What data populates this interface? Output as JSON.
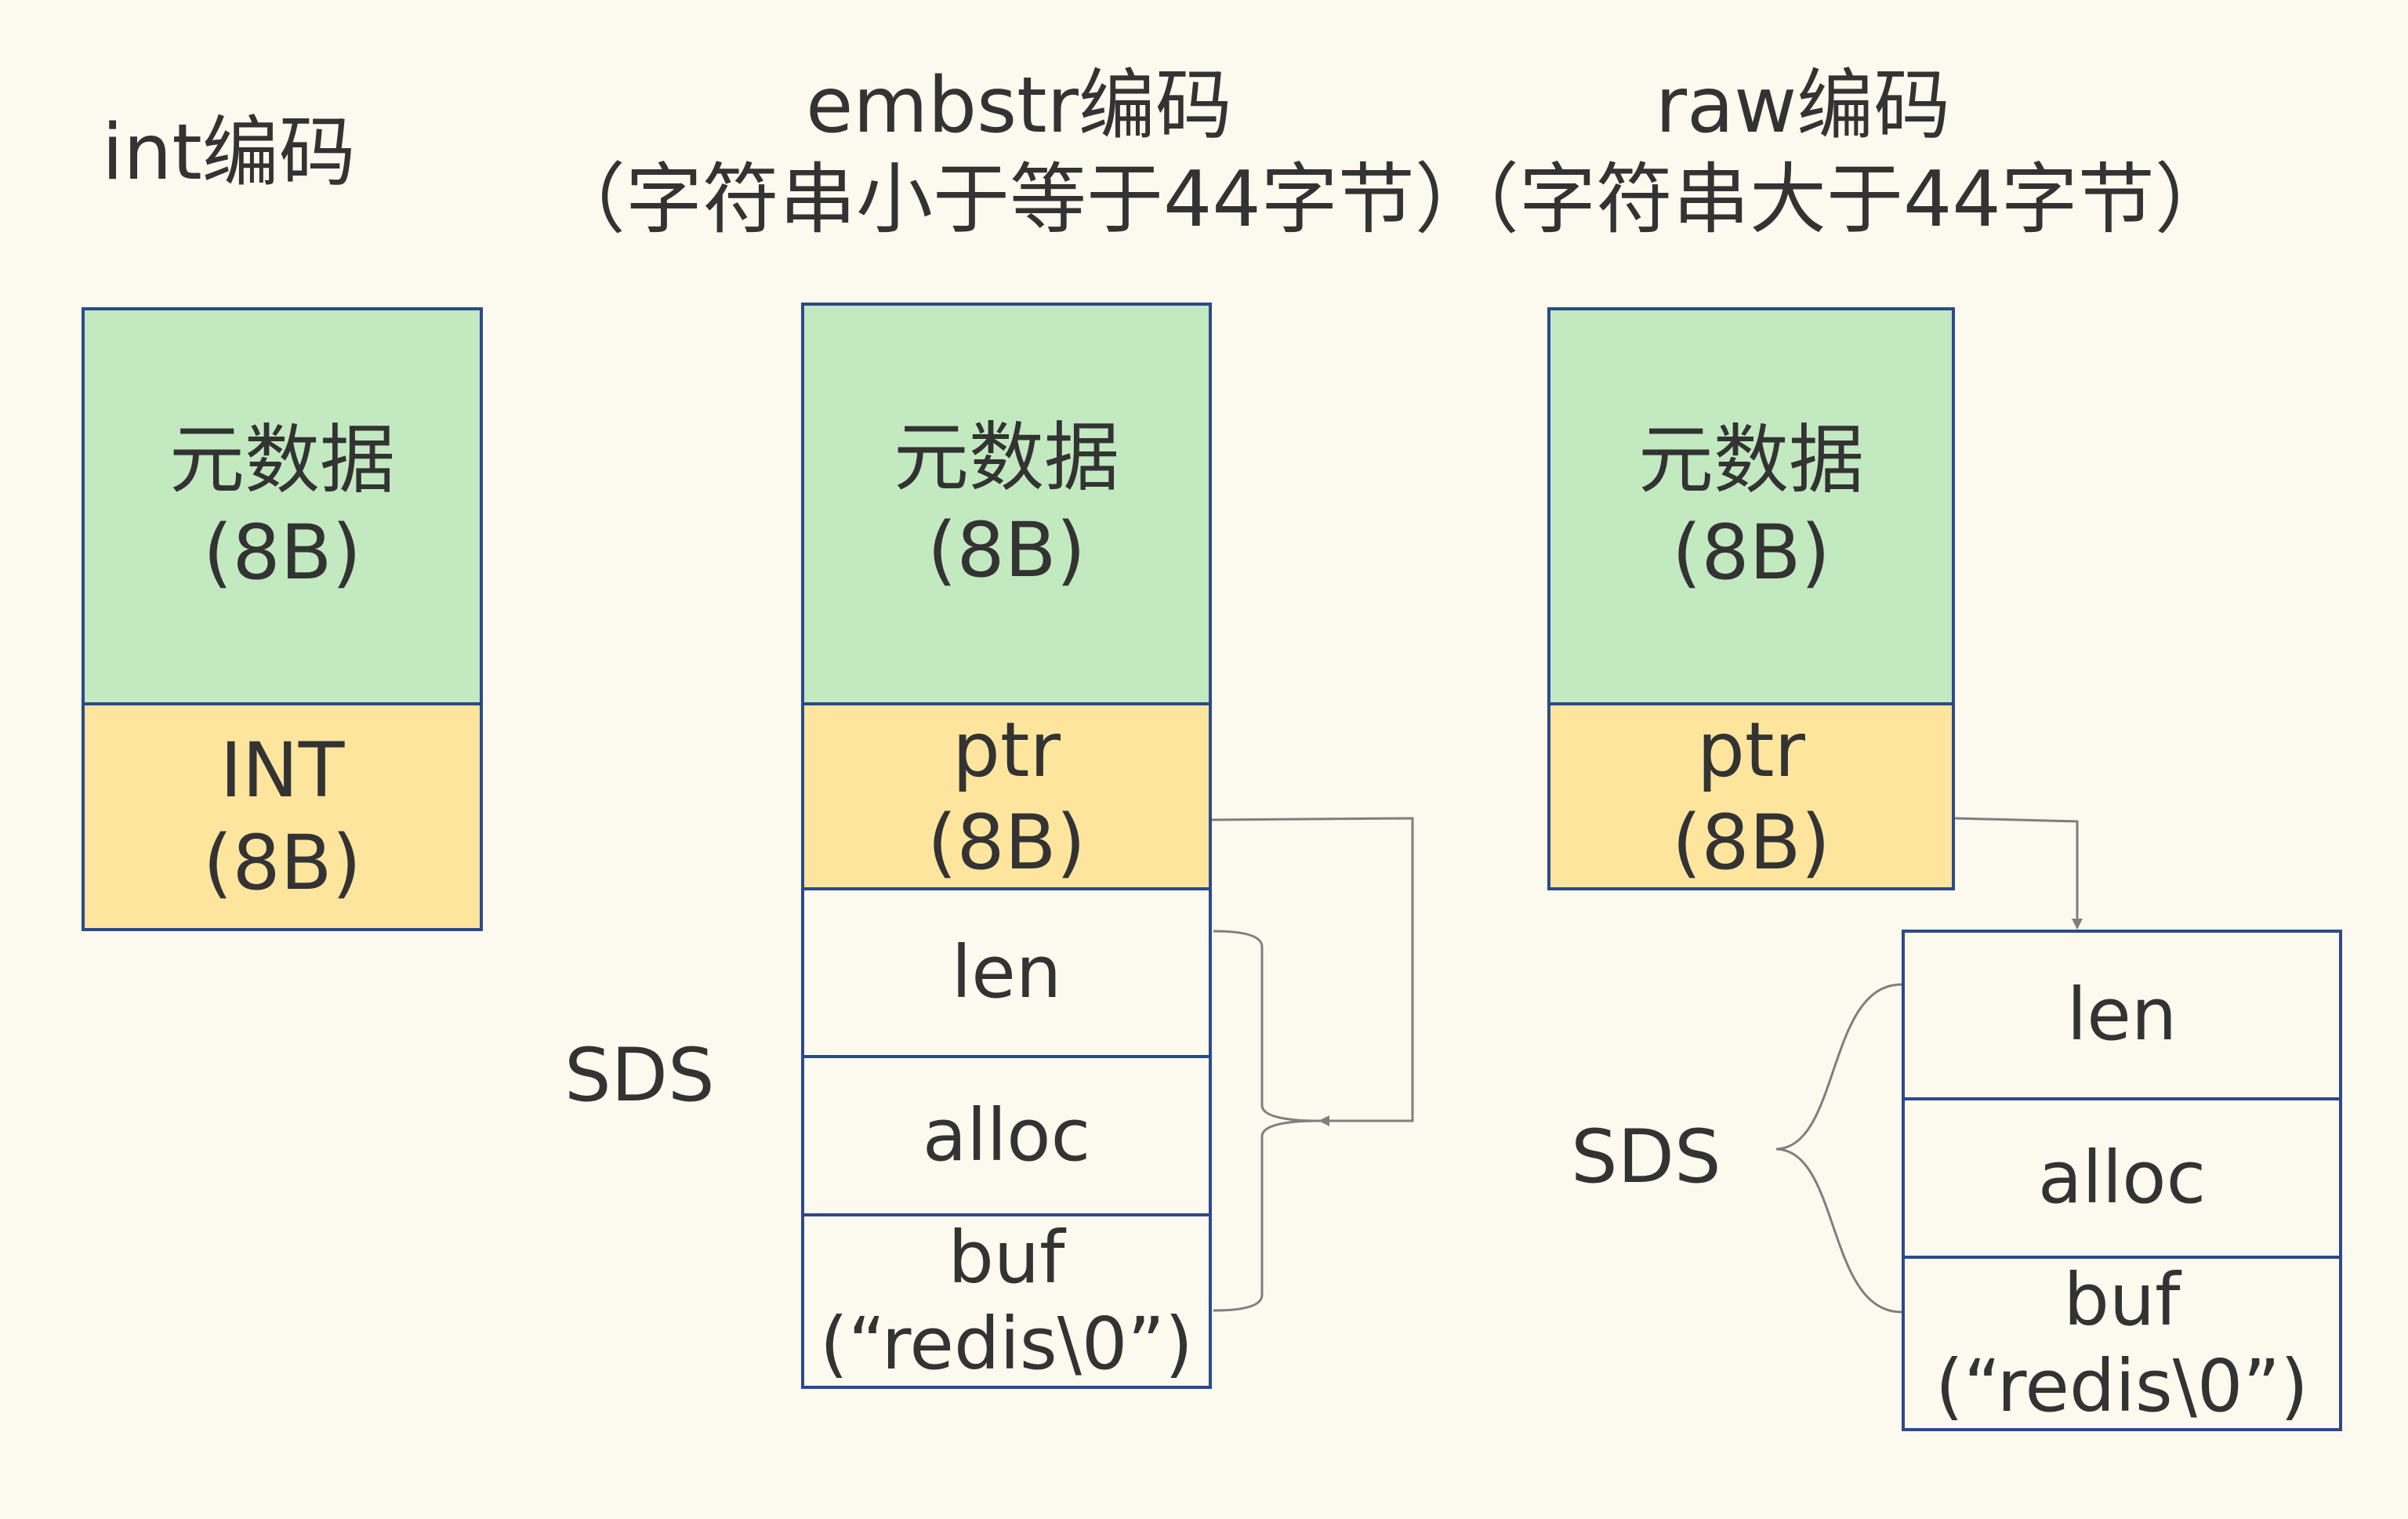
{
  "headings": {
    "int": "int编码",
    "embstr_line1": "embstr编码",
    "embstr_line2": "（字符串小于等于44字节）",
    "raw_line1": "raw编码",
    "raw_line2": "（字符串大于44字节）"
  },
  "int_object": {
    "meta_line1": "元数据",
    "meta_line2": "(8B)",
    "value_line1": "INT",
    "value_line2": "(8B)"
  },
  "embstr_object": {
    "meta_line1": "元数据",
    "meta_line2": "(8B)",
    "ptr_line1": "ptr",
    "ptr_line2": "(8B)",
    "sds_label": "SDS",
    "len": "len",
    "alloc": "alloc",
    "buf_line1": "buf",
    "buf_line2": "(“redis\\0”)"
  },
  "raw_object": {
    "meta_line1": "元数据",
    "meta_line2": "(8B)",
    "ptr_line1": "ptr",
    "ptr_line2": "(8B)",
    "sds_label": "SDS",
    "len": "len",
    "alloc": "alloc",
    "buf_line1": "buf",
    "buf_line2": "(“redis\\0”)"
  },
  "colors": {
    "background": "#fcfaee",
    "metadata_fill": "#c2e9c0",
    "field_fill": "#fee59e",
    "border": "#2c4a8a",
    "connector": "#7f7f7f"
  }
}
